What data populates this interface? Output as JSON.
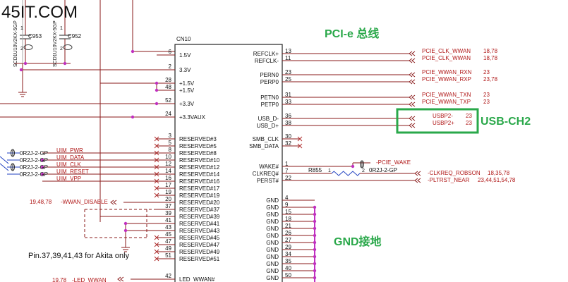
{
  "watermark": "45IT.COM",
  "chip": {
    "ref": "CN10"
  },
  "annotations": {
    "pcie_title": "PCI-e 总线",
    "usb_title": "USB-CH2",
    "gnd_title": "GND接地",
    "note": "Pin.37,39,41,43 for Akita only"
  },
  "caps": [
    {
      "ref": "C953",
      "value": "SCD1U10V2KX-5GP",
      "pin1": "1",
      "pin2": "2"
    },
    {
      "ref": "C952",
      "value": "SCD1U10V2KX-5GP",
      "pin1": "1",
      "pin2": "2"
    }
  ],
  "left_pins": [
    {
      "num": "6",
      "name": "1.5V"
    },
    {
      "num": "2",
      "name": "3.3V"
    },
    {
      "num": "28",
      "name": "+1.5V"
    },
    {
      "num": "48",
      "name": "+1.5V"
    },
    {
      "num": "52",
      "name": "+3.3V"
    },
    {
      "num": "24",
      "name": "+3.3VAUX"
    },
    {
      "num": "3",
      "name": "RESERVED#3"
    },
    {
      "num": "5",
      "name": "RESERVED#5"
    },
    {
      "num": "8",
      "name": "RESERVED#8"
    },
    {
      "num": "10",
      "name": "RESERVED#10"
    },
    {
      "num": "12",
      "name": "RESERVED#12"
    },
    {
      "num": "14",
      "name": "RESERVED#14"
    },
    {
      "num": "16",
      "name": "RESERVED#16"
    },
    {
      "num": "17",
      "name": "RESERVED#17"
    },
    {
      "num": "19",
      "name": "RESERVED#19"
    },
    {
      "num": "20",
      "name": "RESERVED#20"
    },
    {
      "num": "37",
      "name": "RESERVED#37"
    },
    {
      "num": "39",
      "name": "RESERVED#39"
    },
    {
      "num": "41",
      "name": "RESERVED#41"
    },
    {
      "num": "43",
      "name": "RESERVED#43"
    },
    {
      "num": "45",
      "name": "RESERVED#45"
    },
    {
      "num": "47",
      "name": "RESERVED#47"
    },
    {
      "num": "49",
      "name": "RESERVED#49"
    },
    {
      "num": "51",
      "name": "RESERVED#51"
    },
    {
      "num": "42",
      "name": "LED_WWAN#"
    }
  ],
  "right_pins": [
    {
      "num": "13",
      "name": "REFCLK+"
    },
    {
      "num": "11",
      "name": "REFCLK-"
    },
    {
      "num": "23",
      "name": "PERN0"
    },
    {
      "num": "25",
      "name": "PERP0"
    },
    {
      "num": "31",
      "name": "PETN0"
    },
    {
      "num": "33",
      "name": "PETP0"
    },
    {
      "num": "36",
      "name": "USB_D-"
    },
    {
      "num": "38",
      "name": "USB_D+"
    },
    {
      "num": "30",
      "name": "SMB_CLK"
    },
    {
      "num": "32",
      "name": "SMB_DATA"
    },
    {
      "num": "1",
      "name": "WAKE#"
    },
    {
      "num": "7",
      "name": "CLKREQ#"
    },
    {
      "num": "22",
      "name": "PERST#"
    },
    {
      "num": "4",
      "name": "GND"
    },
    {
      "num": "9",
      "name": "GND"
    },
    {
      "num": "15",
      "name": "GND"
    },
    {
      "num": "18",
      "name": "GND"
    },
    {
      "num": "21",
      "name": "GND"
    },
    {
      "num": "26",
      "name": "GND"
    },
    {
      "num": "27",
      "name": "GND"
    },
    {
      "num": "29",
      "name": "GND"
    },
    {
      "num": "34",
      "name": "GND"
    },
    {
      "num": "35",
      "name": "GND"
    },
    {
      "num": "40",
      "name": "GND"
    },
    {
      "num": "50",
      "name": "GND"
    }
  ],
  "right_nets": [
    {
      "name": "PCIE_CLK_WWAN",
      "pages": "18,78"
    },
    {
      "name": "PCIE_CLK_WWAN",
      "pages": "18,78"
    },
    {
      "name": "PCIE_WWAN_RXN",
      "pages": "23"
    },
    {
      "name": "PCIE_WWAN_RXP",
      "pages": "23,78"
    },
    {
      "name": "PCIE_WWAN_TXN",
      "pages": "23"
    },
    {
      "name": "PCIE_WWAN_TXP",
      "pages": "23"
    },
    {
      "name": "USBP2-",
      "pages": "23"
    },
    {
      "name": "USBP2+",
      "pages": "23"
    }
  ],
  "wake": {
    "net": "-PCIE_WAKE",
    "resistor_ref": "R855",
    "resistor_pin1": "1",
    "resistor_pin2": "2",
    "resistor_value": "0R2J-2-GP",
    "clkreq_net": "-CLKREQ_ROBSON",
    "clkreq_pages": "18,35,78",
    "perst_net": "-PLTRST_NEAR",
    "perst_pages": "23,44,51,54,78"
  },
  "uim": [
    {
      "res": "0R2J-2-GP",
      "net": "UIM_PWR"
    },
    {
      "res": "0R2J-2-GP",
      "net": "UIM_DATA"
    },
    {
      "res": "0R2J-2-GP",
      "net": "UIM_CLK"
    },
    {
      "res": "0R2J-2-GP",
      "net": "UIM_RESET"
    },
    {
      "res": "",
      "net": "UIM_VPP"
    }
  ],
  "disable_net": {
    "pages": "19,48,78",
    "name": "-WWAN_DISABLE"
  },
  "led_net": {
    "pages": "19,78",
    "name": "-LED_WWAN"
  },
  "colors": {
    "wire": "#8a1a1a",
    "blue_wire": "#2040c0",
    "node": "#c030c0",
    "green": "#2aa84a",
    "text": "#111111",
    "net_text": "#b01818"
  }
}
